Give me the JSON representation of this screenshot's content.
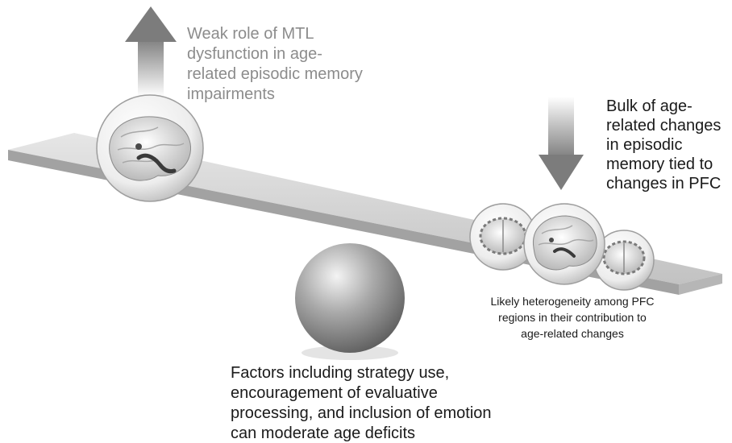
{
  "labels": {
    "mtl": "Weak role of MTL\ndysfunction in age-\nrelated episodic memory\nimpairments",
    "pfc": "Bulk of age-\nrelated changes\nin episodic\nmemory tied to\nchanges in PFC",
    "heterogeneity": "Likely heterogeneity among PFC\nregions in their contribution to\nage-related changes",
    "factors": "Factors including strategy use,\nencouragement of evaluative\nprocessing, and inclusion of emotion\ncan moderate age deficits"
  },
  "colors": {
    "mtl_text": "#8c8c8c",
    "dark_text": "#1a1a1a",
    "arrow": "#8a8a8a",
    "plank_top": "#d2d2d2",
    "plank_edge": "#9a9a9a",
    "fulcrum": "#8f8f8f"
  },
  "icons": {
    "up_arrow": "arrow-up-icon",
    "down_arrow": "arrow-down-icon",
    "mtl_brain": "brain-sagittal-icon",
    "pfc_brains": [
      "brain-coronal-icon",
      "brain-sagittal-icon",
      "brain-coronal-icon"
    ]
  }
}
